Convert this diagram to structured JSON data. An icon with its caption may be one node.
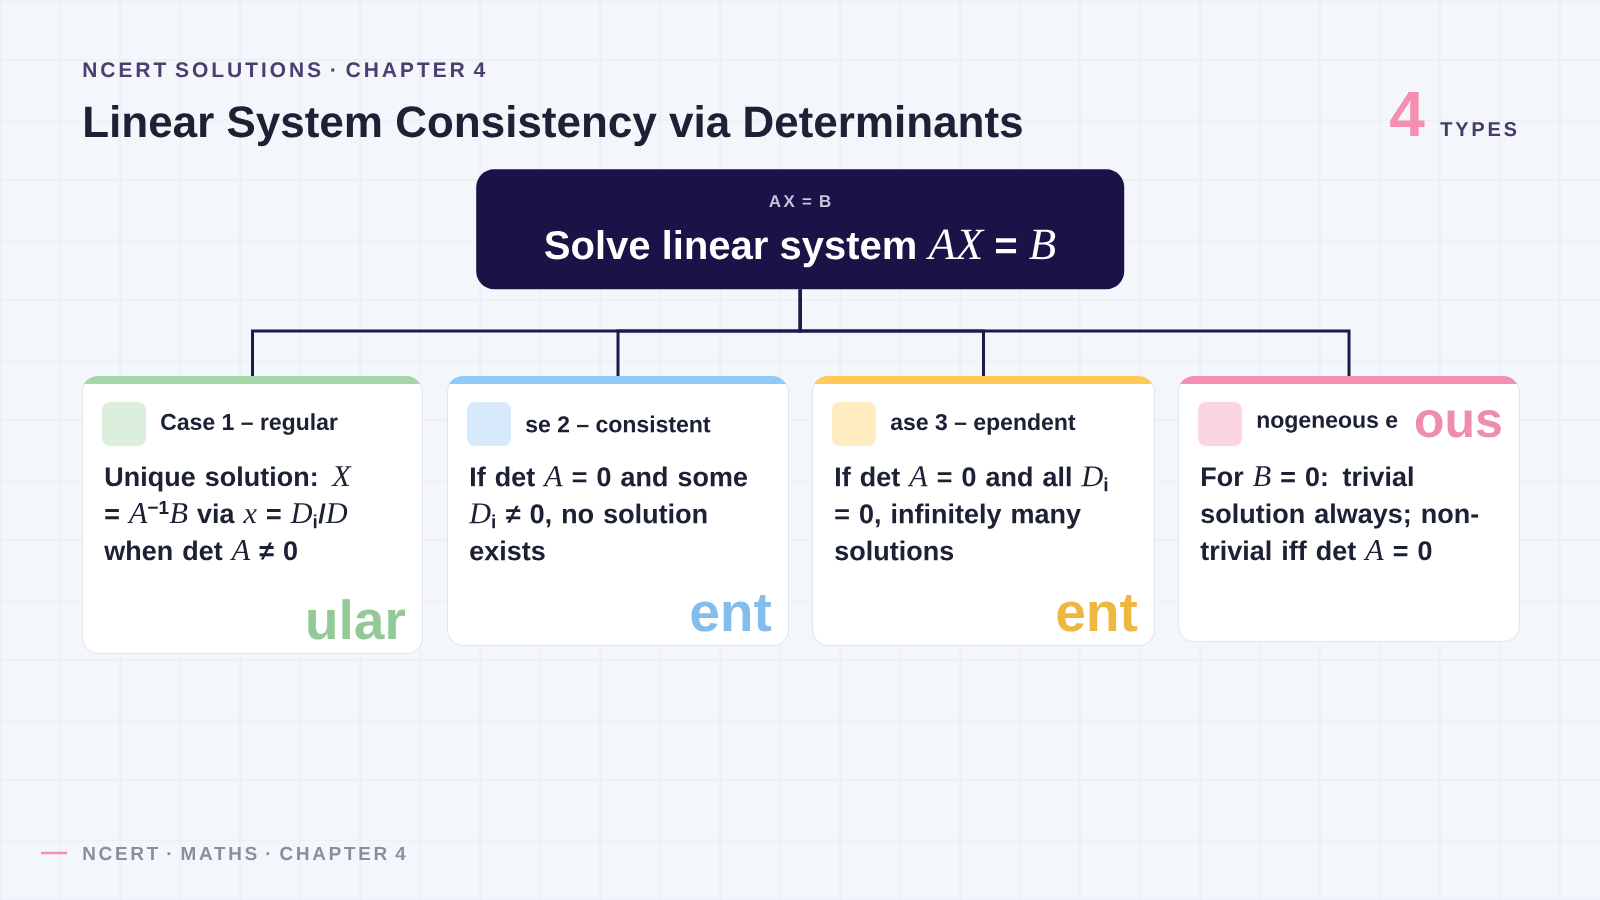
{
  "diagram": {
    "title": "Linear System Consistency via Determinants",
    "nodes": [
      {
        "text": [
          "AX = B",
          "Solve linear system *AX* = *B*"
        ]
      },
      {
        "text": [
          "Case 1 – regular",
          "Unique solution: *X* = *A*$^{−1}$*B* via *x* = *D*$_{i}$/*D* when det *A* ≠ 0",
          "ular"
        ]
      },
      {
        "text": [
          "se 2 – consistent",
          "If det *A* = 0 and some *D*$_{i}$ ≠ 0, no solution exists",
          "ent"
        ]
      },
      {
        "text": [
          "ase 3 – ependent",
          "If det *A* = 0 and all *D*$_{i}$ = 0, infinitely many solutions",
          "ent"
        ]
      },
      {
        "text": [
          "nogeneous e",
          "ous",
          "For *B* = 0: trivial solution always; non-trivial iff det *A* = 0"
        ]
      }
    ],
    "edges": [
      {
        "from": 0,
        "to": 1,
        "arrow": "none"
      },
      {
        "from": 0,
        "to": 2,
        "arrow": "none"
      },
      {
        "from": 0,
        "to": 3,
        "arrow": "none"
      },
      {
        "from": 0,
        "to": 4,
        "arrow": "none"
      }
    ],
    "labels": [
      "NCERT SOLUTIONS · CHAPTER 4",
      "4",
      "TYPES",
      "NCERT · MATHS · CHAPTER 4"
    ]
  }
}
